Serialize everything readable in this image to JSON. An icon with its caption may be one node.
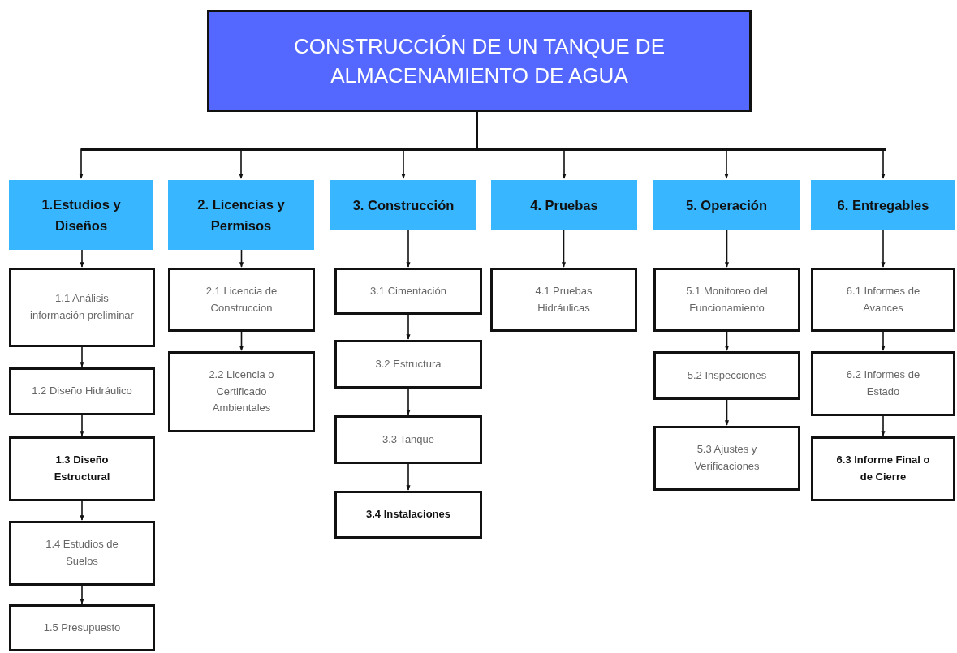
{
  "diagram": {
    "nodes": [
      {
        "text": [
          "CONSTRUCCIÓN DE UN TANQUE DE ALMACENAMIENTO DE AGUA"
        ]
      },
      {
        "text": [
          "1.Estudios y Diseños"
        ]
      },
      {
        "text": [
          "2. Licencias y Permisos"
        ]
      },
      {
        "text": [
          "3. Construcción"
        ]
      },
      {
        "text": [
          "4. Pruebas"
        ]
      },
      {
        "text": [
          "5. Operación"
        ]
      },
      {
        "text": [
          "6. Entregables"
        ]
      },
      {
        "text": [
          "1.1 Análisis información preliminar"
        ]
      },
      {
        "text": [
          "1.2 Diseño Hidráulico"
        ]
      },
      {
        "text": [
          "1.3 Diseño Estructural"
        ]
      },
      {
        "text": [
          "1.4 Estudios de Suelos"
        ]
      },
      {
        "text": [
          "1.5 Presupuesto"
        ]
      },
      {
        "text": [
          "2.1 Licencia de Construccion"
        ]
      },
      {
        "text": [
          "2.2 Licencia o Certificado Ambientales"
        ]
      },
      {
        "text": [
          "3.1 Cimentación"
        ]
      },
      {
        "text": [
          "3.2 Estructura"
        ]
      },
      {
        "text": [
          "3.3 Tanque"
        ]
      },
      {
        "text": [
          "3.4 Instalaciones"
        ]
      },
      {
        "text": [
          "4.1 Pruebas Hidráulicas"
        ]
      },
      {
        "text": [
          "5.1 Monitoreo del Funcionamiento"
        ]
      },
      {
        "text": [
          "5.2 Inspecciones"
        ]
      },
      {
        "text": [
          "5.3 Ajustes y Verificaciones"
        ]
      },
      {
        "text": [
          "6.1 Informes de Avances"
        ]
      },
      {
        "text": [
          "6.2 Informes de Estado"
        ]
      },
      {
        "text": [
          "6.3 Informe Final o de Cierre"
        ]
      }
    ],
    "edges": [
      {
        "from": 0,
        "to": 1,
        "arrow": "to"
      },
      {
        "from": 0,
        "to": 2,
        "arrow": "to"
      },
      {
        "from": 0,
        "to": 3,
        "arrow": "to"
      },
      {
        "from": 0,
        "to": 4,
        "arrow": "to"
      },
      {
        "from": 0,
        "to": 5,
        "arrow": "to"
      },
      {
        "from": 0,
        "to": 6,
        "arrow": "to"
      },
      {
        "from": 1,
        "to": 7,
        "arrow": "to"
      },
      {
        "from": 7,
        "to": 8,
        "arrow": "to"
      },
      {
        "from": 8,
        "to": 9,
        "arrow": "to"
      },
      {
        "from": 9,
        "to": 10,
        "arrow": "to"
      },
      {
        "from": 10,
        "to": 11,
        "arrow": "to"
      },
      {
        "from": 2,
        "to": 12,
        "arrow": "to"
      },
      {
        "from": 12,
        "to": 13,
        "arrow": "to"
      },
      {
        "from": 3,
        "to": 14,
        "arrow": "to"
      },
      {
        "from": 14,
        "to": 15,
        "arrow": "to"
      },
      {
        "from": 15,
        "to": 16,
        "arrow": "to"
      },
      {
        "from": 16,
        "to": 17,
        "arrow": "to"
      },
      {
        "from": 4,
        "to": 18,
        "arrow": "to"
      },
      {
        "from": 5,
        "to": 19,
        "arrow": "to"
      },
      {
        "from": 19,
        "to": 20,
        "arrow": "to"
      },
      {
        "from": 20,
        "to": 21,
        "arrow": "to"
      },
      {
        "from": 6,
        "to": 22,
        "arrow": "to"
      },
      {
        "from": 22,
        "to": 23,
        "arrow": "to"
      },
      {
        "from": 23,
        "to": 24,
        "arrow": "to"
      }
    ]
  }
}
